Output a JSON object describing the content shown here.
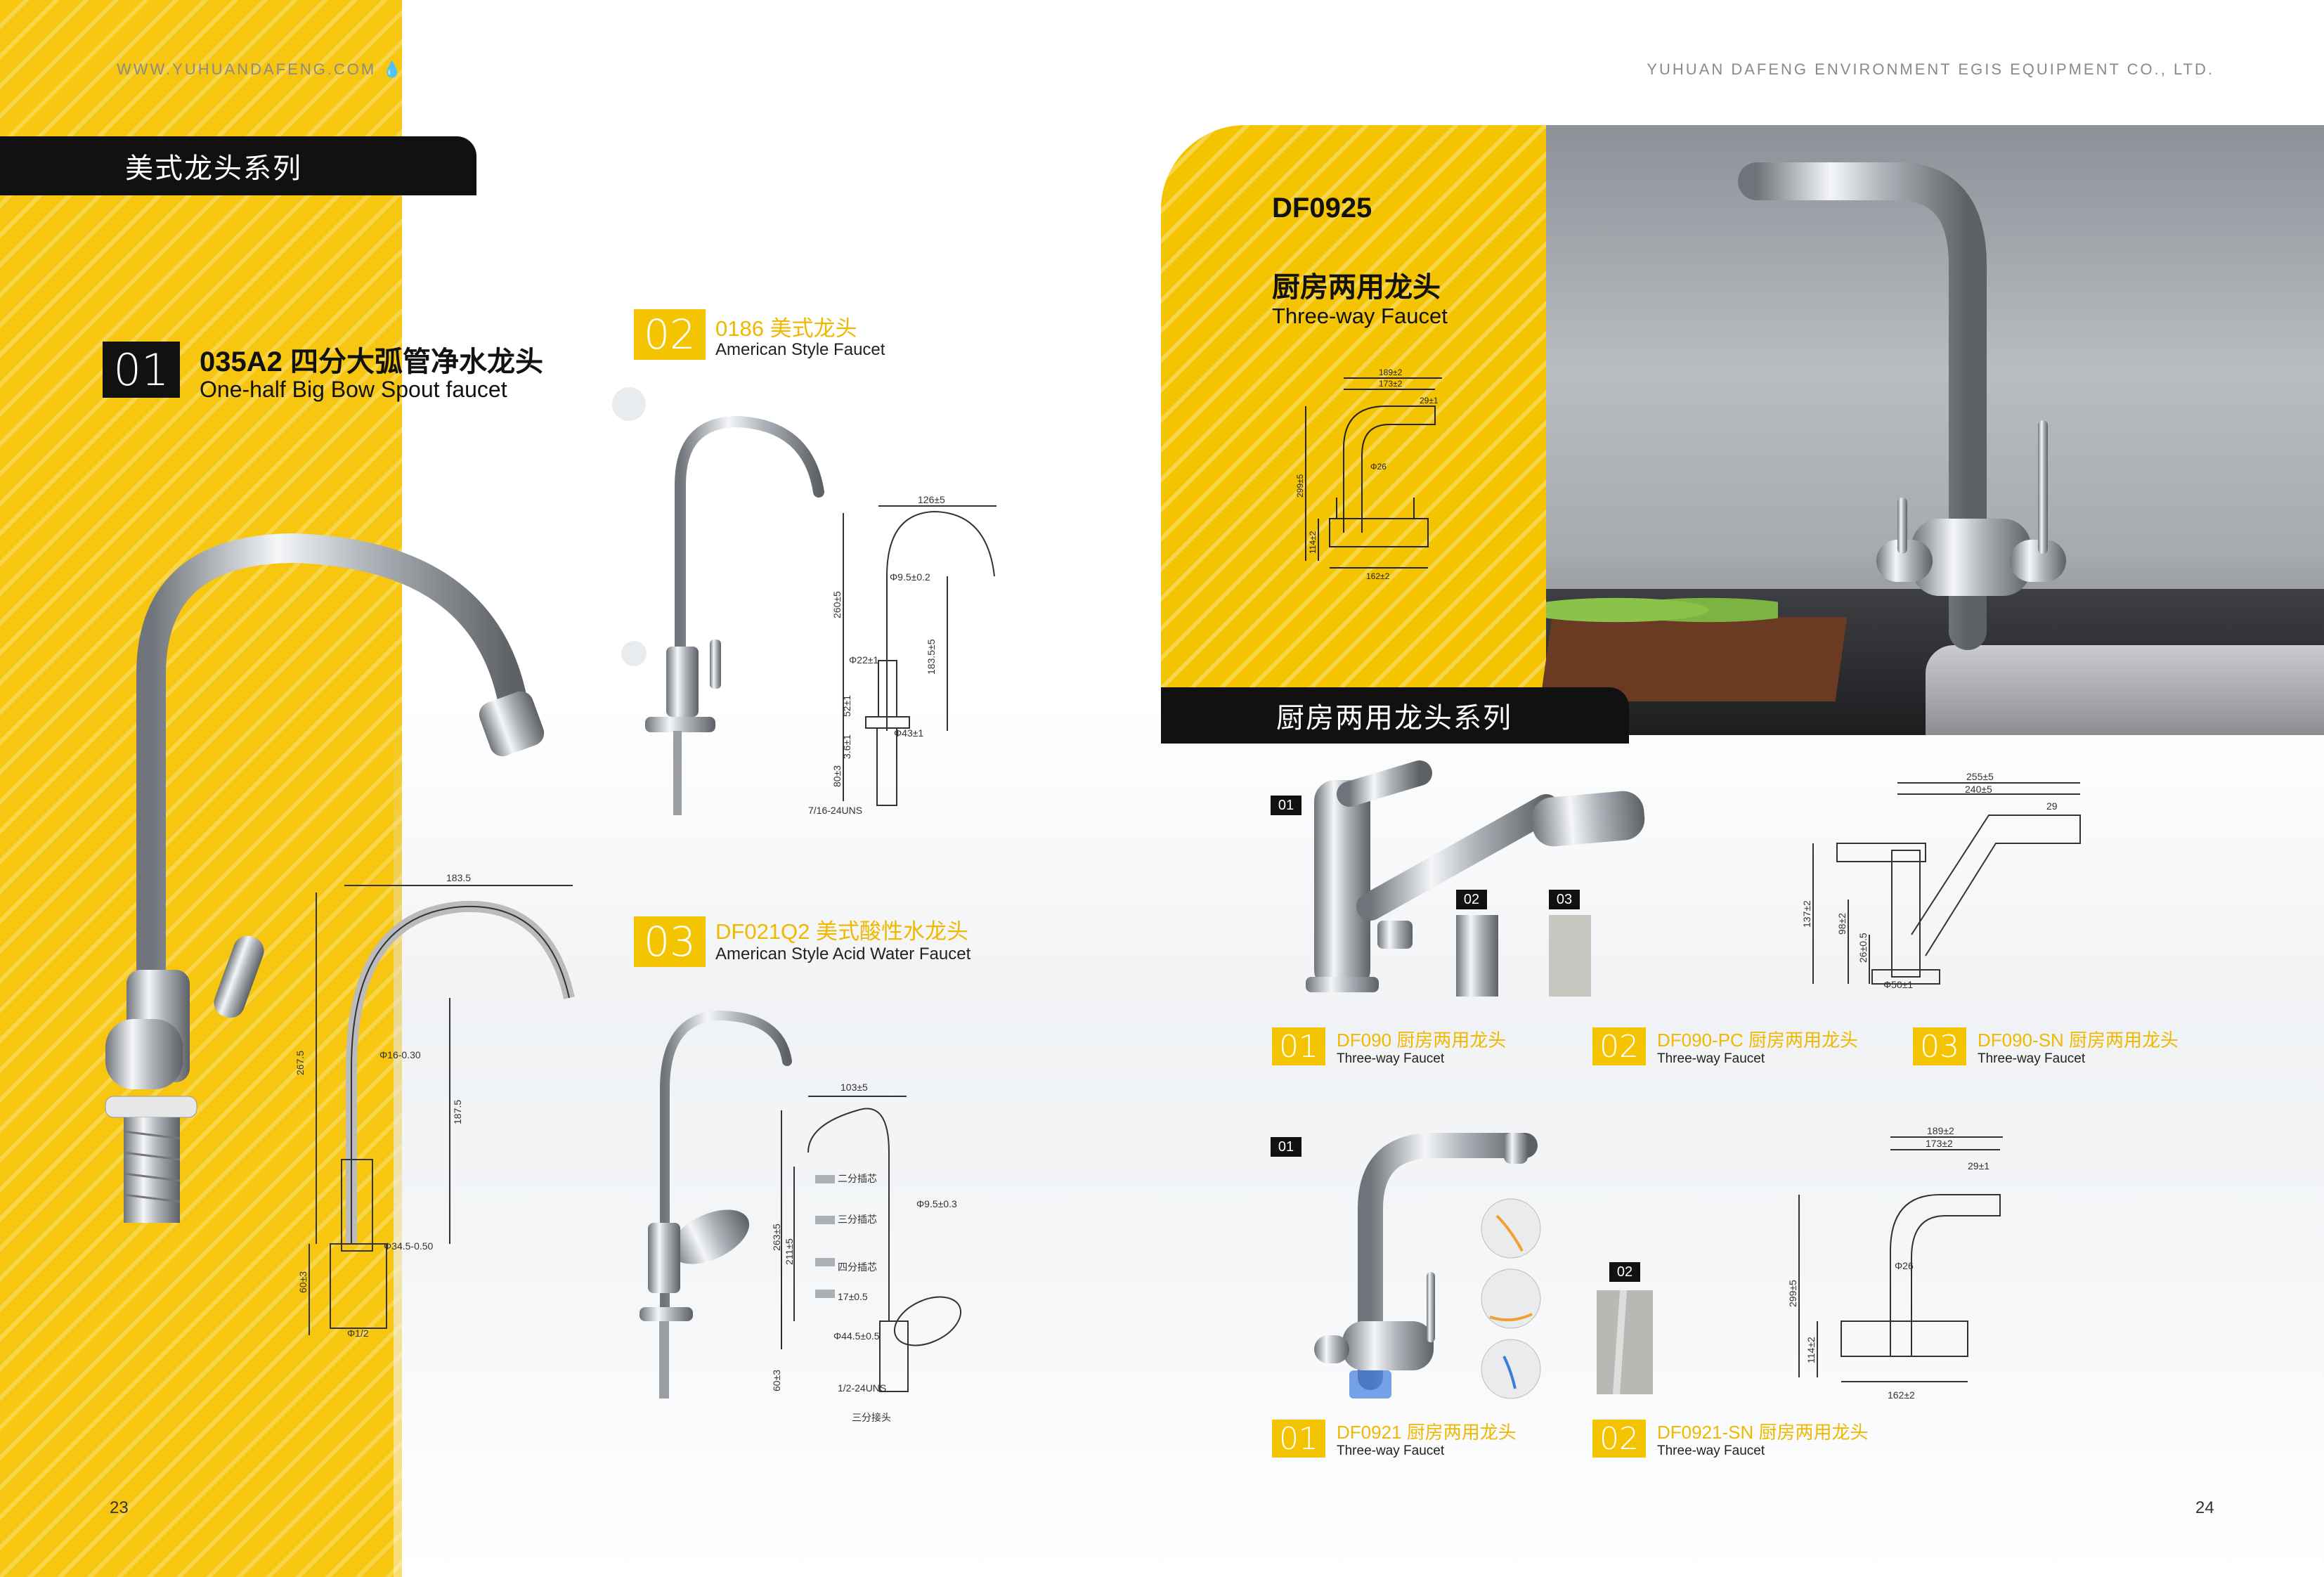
{
  "header": {
    "website": "WWW.YUHUANDAFENG.COM",
    "company": "YUHUAN DAFENG ENVIRONMENT EGIS EQUIPMENT CO., LTD."
  },
  "sections": {
    "left_tab": "美式龙头系列",
    "right_tab": "厨房两用龙头系列"
  },
  "feature": {
    "model": "DF0925",
    "title_cn": "厨房两用龙头",
    "title_en": "Three-way Faucet",
    "dims": [
      "189±2",
      "173±2",
      "29±1",
      "Φ26",
      "299±5",
      "114±2",
      "162±2"
    ]
  },
  "products_left": [
    {
      "num": "01",
      "title_cn": "035A2 四分大弧管净水龙头",
      "title_en": "One-half Big Bow Spout faucet",
      "dims": [
        "183.5",
        "Φ16-0.30",
        "267.5",
        "187.5",
        "Φ34.5-0.50",
        "60±3",
        "Φ1/2"
      ]
    },
    {
      "num": "02",
      "title_cn": "0186 美式龙头",
      "title_en": "American Style Faucet",
      "dims": [
        "126±5",
        "Φ9.5±0.2",
        "260±5",
        "Φ22±1",
        "183.5±5",
        "52±1",
        "3.6±1",
        "Φ43±1",
        "80±3",
        "7/16-24UNS"
      ]
    },
    {
      "num": "03",
      "title_cn": "DF021Q2 美式酸性水龙头",
      "title_en": "American Style Acid Water Faucet",
      "dims": [
        "103±5",
        "二分插芯",
        "三分插芯",
        "四分插芯",
        "Φ9.5±0.3",
        "263±5",
        "211±5",
        "17±0.5",
        "Φ44.5±0.5",
        "60±3",
        "1/2-24UNS",
        "三分接头"
      ]
    }
  ],
  "products_right_row1": {
    "badges": [
      "01",
      "02",
      "03"
    ],
    "dims": [
      "255±5",
      "240±5",
      "29",
      "137±2",
      "98±2",
      "26±0.5",
      "Φ50±1"
    ],
    "items": [
      {
        "num": "01",
        "title_cn": "DF090 厨房两用龙头",
        "title_en": "Three-way Faucet"
      },
      {
        "num": "02",
        "title_cn": "DF090-PC 厨房两用龙头",
        "title_en": "Three-way Faucet"
      },
      {
        "num": "03",
        "title_cn": "DF090-SN 厨房两用龙头",
        "title_en": "Three-way Faucet"
      }
    ]
  },
  "products_right_row2": {
    "badges": [
      "01",
      "02"
    ],
    "dims": [
      "189±2",
      "173±2",
      "29±1",
      "Φ26",
      "299±5",
      "114±2",
      "162±2"
    ],
    "items": [
      {
        "num": "01",
        "title_cn": "DF0921 厨房两用龙头",
        "title_en": "Three-way Faucet"
      },
      {
        "num": "02",
        "title_cn": "DF0921-SN 厨房两用龙头",
        "title_en": "Three-way Faucet"
      }
    ]
  },
  "pages": {
    "left": "23",
    "right": "24"
  },
  "colors": {
    "accent_yellow": "#f5c400",
    "black": "#111111",
    "chrome": "#c9cdd2"
  }
}
